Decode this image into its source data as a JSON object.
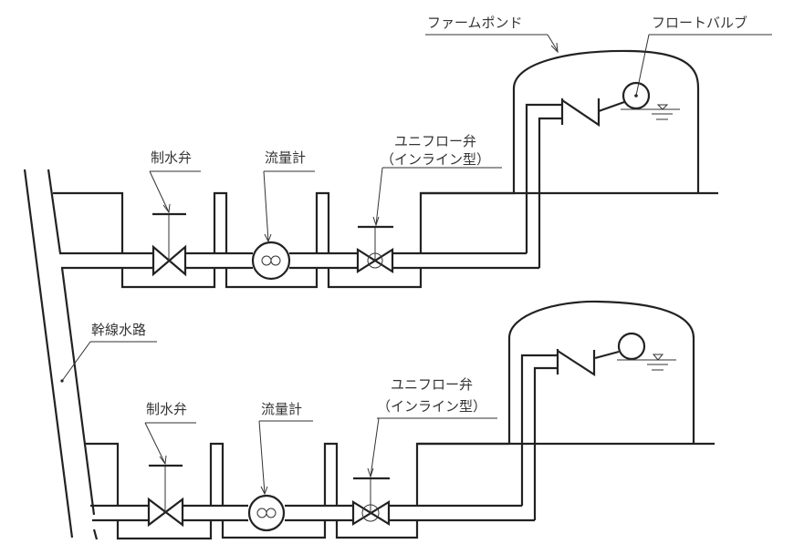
{
  "labels": {
    "farm_pond": "ファームポンド",
    "float_valve": "フロートバルブ",
    "trunk_canal": "幹線水路",
    "upper": {
      "control_valve": "制水弁",
      "flow_meter": "流量計",
      "uniflow_valve_line1": "ユニフロー弁",
      "uniflow_valve_line2": "（インライン型）"
    },
    "lower": {
      "control_valve": "制水弁",
      "flow_meter": "流量計",
      "uniflow_valve_line1": "ユニフロー弁",
      "uniflow_valve_line2": "（インライン型）"
    }
  },
  "colors": {
    "line": "#222222",
    "text": "#333333",
    "background": "#ffffff"
  }
}
